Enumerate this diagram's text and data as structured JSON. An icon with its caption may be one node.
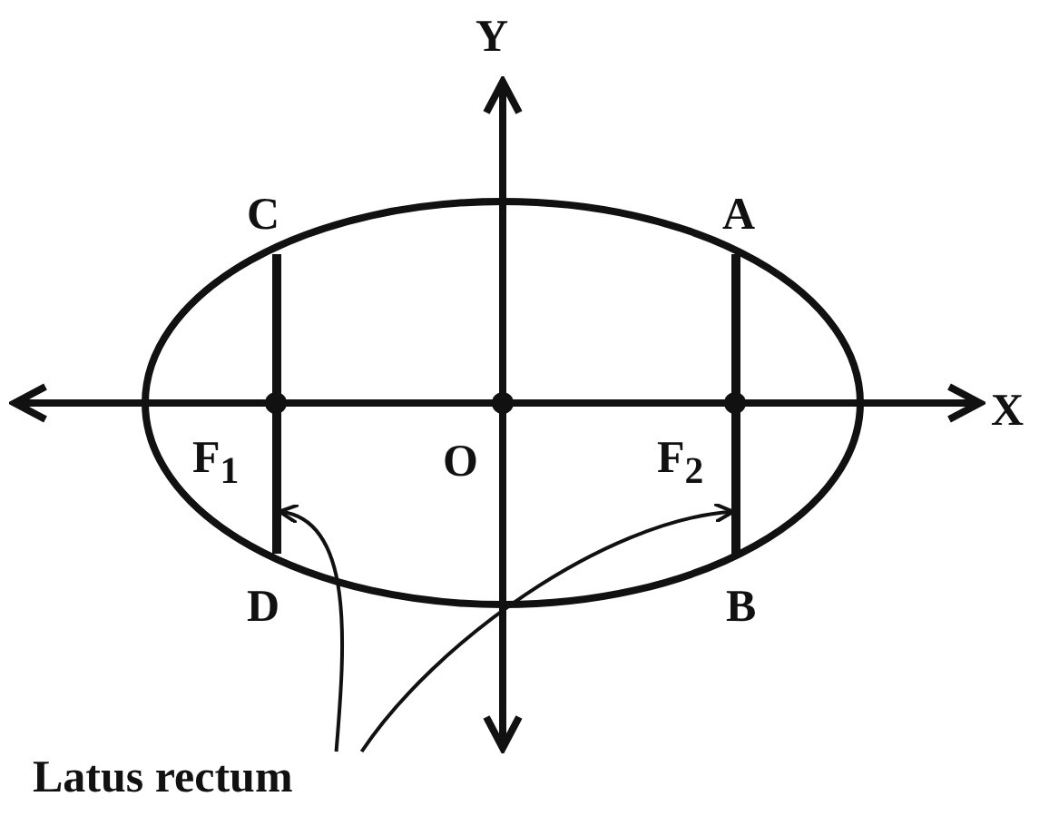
{
  "diagram": {
    "nodes": [
      {
        "text": [
          "Latus rectum"
        ]
      },
      {
        "text": [],
        "shape": "bar"
      },
      {
        "text": [],
        "shape": "bar"
      }
    ],
    "edges": [
      {
        "from": 0,
        "to": 1,
        "arrow": "to"
      },
      {
        "from": 0,
        "to": 2,
        "arrow": "to"
      }
    ],
    "labels": [
      "Y",
      "C",
      "A",
      "X",
      "F$_{1}$",
      "O",
      "F$_{2}$",
      "D",
      "B"
    ]
  }
}
